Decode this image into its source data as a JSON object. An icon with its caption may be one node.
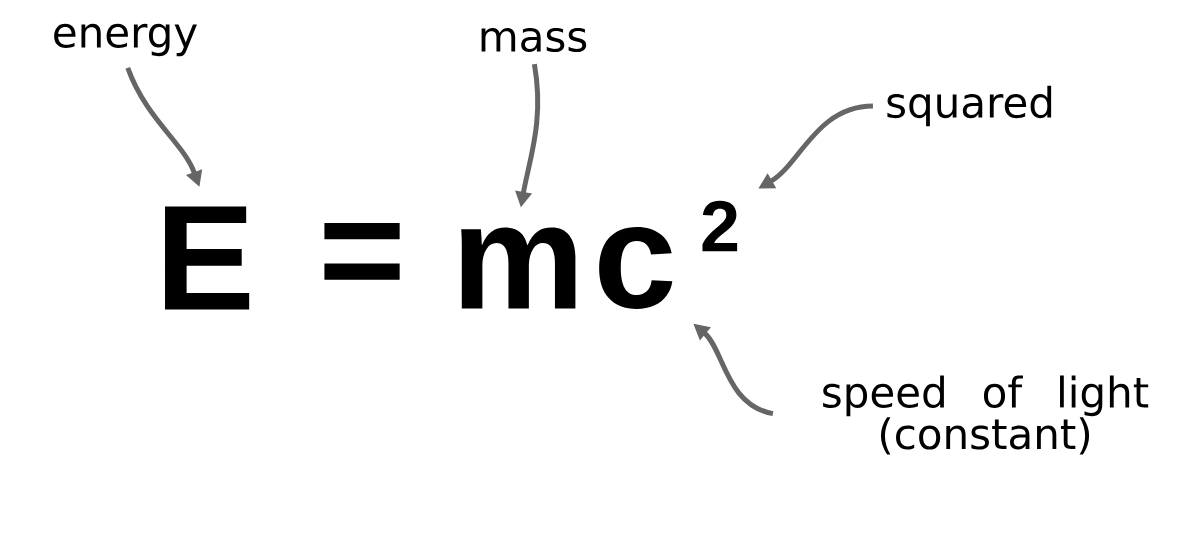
{
  "diagram": {
    "nodes": [
      {
        "text": [
          "energy"
        ]
      },
      {
        "text": [
          "mass"
        ]
      },
      {
        "text": [
          "squared"
        ]
      },
      {
        "text": [
          "speed of light (constant)"
        ]
      },
      {
        "text": [
          "E"
        ]
      },
      {
        "text": [
          "m"
        ]
      },
      {
        "text": [
          "c"
        ]
      },
      {
        "text": [
          "2"
        ]
      }
    ],
    "edges": [
      {
        "from": 0,
        "to": 4,
        "arrow": "to"
      },
      {
        "from": 1,
        "to": 5,
        "arrow": "to"
      },
      {
        "from": 2,
        "to": 7,
        "arrow": "to"
      },
      {
        "from": 3,
        "to": 6,
        "arrow": "to"
      }
    ],
    "labels": [
      "="
    ]
  }
}
